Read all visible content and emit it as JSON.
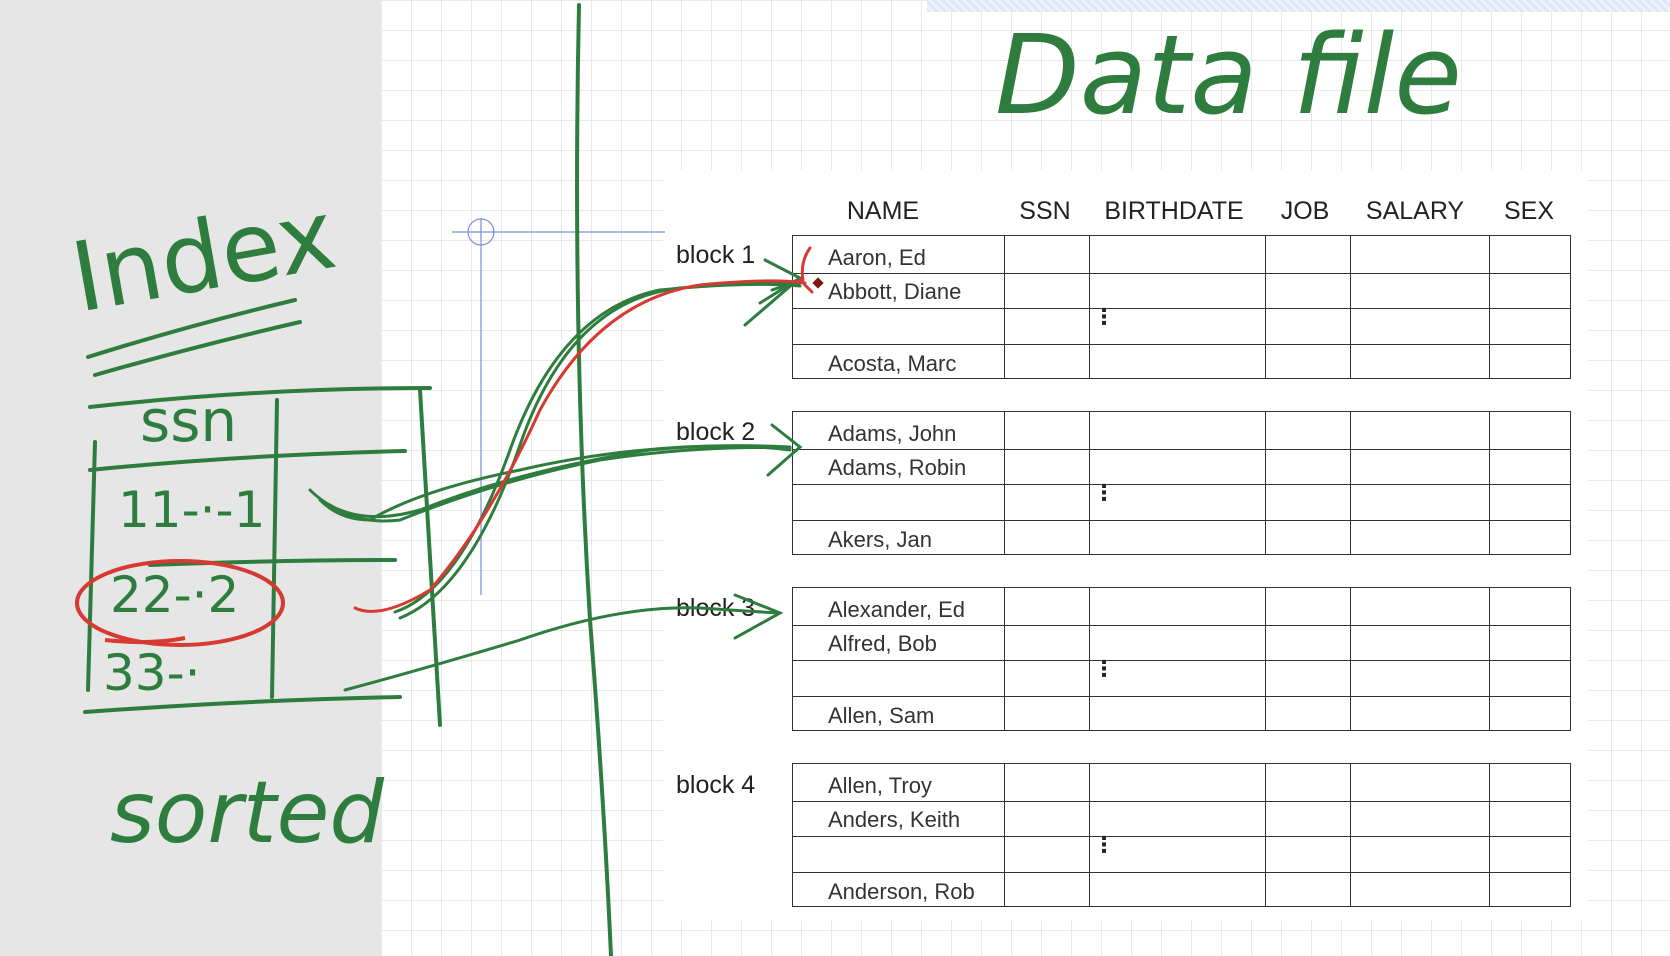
{
  "title": "Data file",
  "index": {
    "title": "Index",
    "column_header": "ssn",
    "entries": [
      "11-·-1",
      "22-·2",
      "33-·"
    ],
    "note": "sorted"
  },
  "table": {
    "columns": [
      "NAME",
      "SSN",
      "BIRTHDATE",
      "JOB",
      "SALARY",
      "SEX"
    ],
    "blocks": [
      {
        "label": "block 1",
        "names": [
          "Aaron, Ed",
          "Abbott, Diane",
          "Acosta, Marc"
        ]
      },
      {
        "label": "block 2",
        "names": [
          "Adams, John",
          "Adams, Robin",
          "Akers, Jan"
        ]
      },
      {
        "label": "block 3",
        "names": [
          "Alexander, Ed",
          "Alfred, Bob",
          "Allen, Sam"
        ]
      },
      {
        "label": "block 4",
        "names": [
          "Allen, Troy",
          "Anders, Keith",
          "Anderson, Rob"
        ]
      }
    ],
    "ellipsis": "⋮"
  },
  "colors": {
    "ink_green": "#2e7d3e",
    "ink_red": "#d63a32",
    "left_panel": "#e6e6e6"
  }
}
